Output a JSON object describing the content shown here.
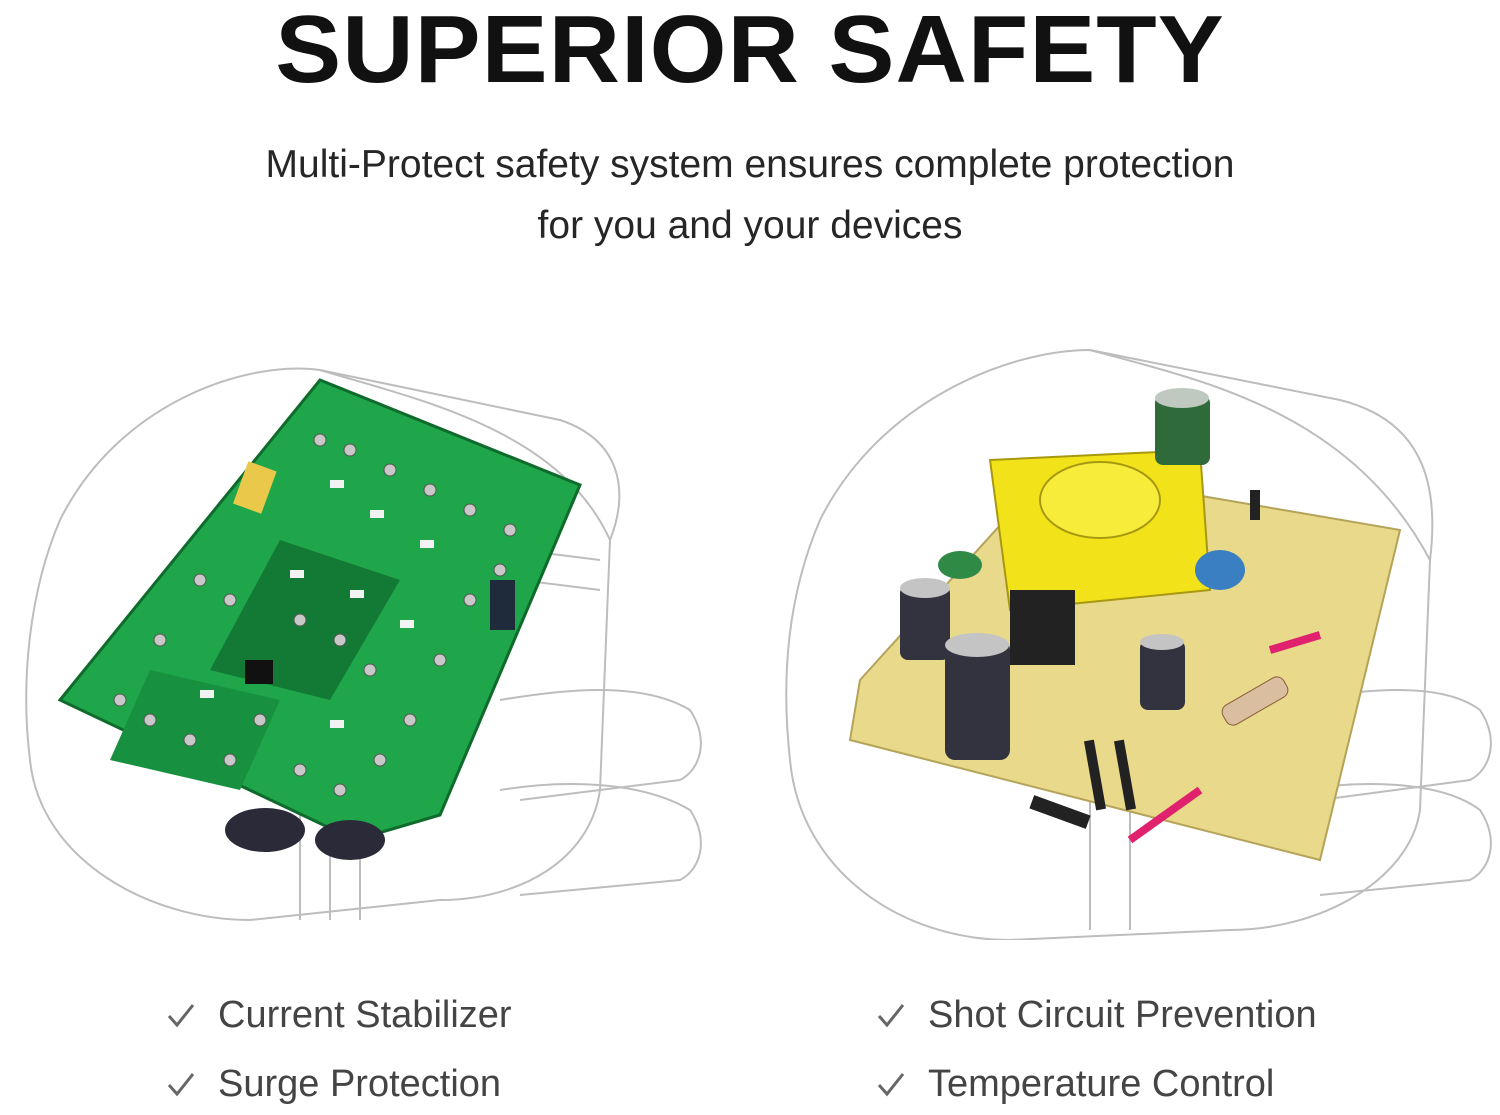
{
  "heading": "SUPERIOR SAFETY",
  "subtitle_line1": "Multi-Protect safety system ensures complete protection",
  "subtitle_line2": "for you and your devices",
  "features": [
    {
      "label": "Current Stabilizer",
      "icon": "check-icon"
    },
    {
      "label": "Surge Protection",
      "icon": "check-icon"
    },
    {
      "label": "Shot Circuit Prevention",
      "icon": "check-icon"
    },
    {
      "label": "Temperature Control",
      "icon": "check-icon"
    }
  ],
  "colors": {
    "green_pcb": "#1fa64a",
    "yellow_pcb": "#e9d98a",
    "transformer": "#f2e21a",
    "outline": "#bdbdbd"
  }
}
